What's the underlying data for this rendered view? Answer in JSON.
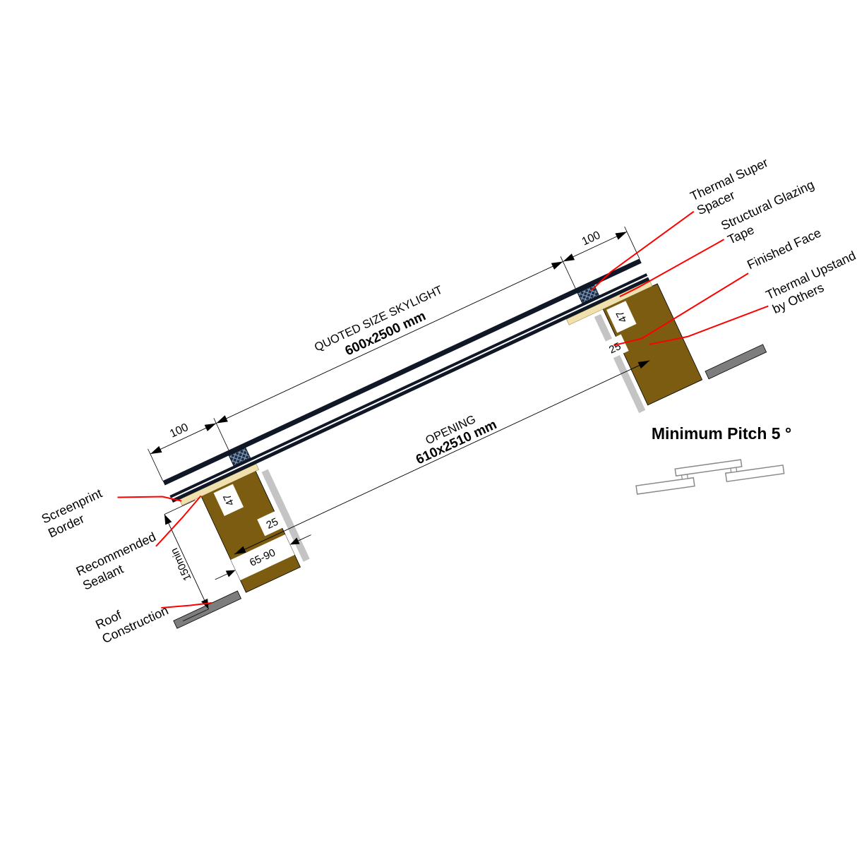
{
  "colors": {
    "accent_red": "#ff0000",
    "glass": "#101726",
    "spacer_hatch": "#1d3049",
    "tape": "#efe0ad",
    "upstand_brown": "#7b5c10",
    "roof_gray": "#7d7d7d",
    "face_gray": "#c4c4c4"
  },
  "dims": {
    "quoted_size_label": "QUOTED SIZE SKYLIGHT",
    "quoted_size_value": "600x2500 mm",
    "opening_label": "OPENING",
    "opening_value": "610x2510 mm",
    "overhang_left": "100",
    "overhang_right": "100",
    "unit_thickness_left": "47",
    "unit_thickness_right": "47",
    "edge_gap_left": "25",
    "edge_gap_right": "25",
    "upstand_width_range": "65-90",
    "upstand_min_height": "150min"
  },
  "callouts": {
    "thermal_super_spacer": {
      "line1": "Thermal Super",
      "line2": "Spacer"
    },
    "structural_glazing_tape": {
      "line1": "Structural Glazing",
      "line2": "Tape"
    },
    "finished_face": {
      "line1": "Finished Face"
    },
    "thermal_upstand": {
      "line1": "Thermal Upstand",
      "line2": "by Others"
    },
    "screenprint_border": {
      "line1": "Screenprint",
      "line2": "Border"
    },
    "recommended_sealant": {
      "line1": "Recommended",
      "line2": "Sealant"
    },
    "roof_construction": {
      "line1": "Roof",
      "line2": "Construction"
    }
  },
  "pitch_note": "Minimum Pitch 5 °"
}
